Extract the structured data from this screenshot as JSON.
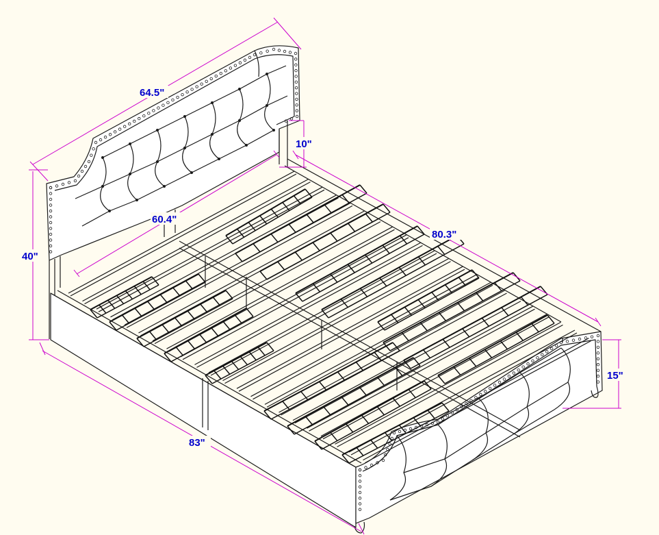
{
  "dimensions": {
    "headboard_width": "64.5\"",
    "headboard_height": "40\"",
    "headboard_thickness": "10\"",
    "frame_width": "60.4\"",
    "frame_length": "80.3\"",
    "overall_length": "83\"",
    "footboard_height": "15\""
  },
  "colors": {
    "background": "#fffcf0",
    "dimension_line": "#cc00cc",
    "dimension_text": "#0000cc",
    "drawing_line": "#1a1a1a"
  }
}
